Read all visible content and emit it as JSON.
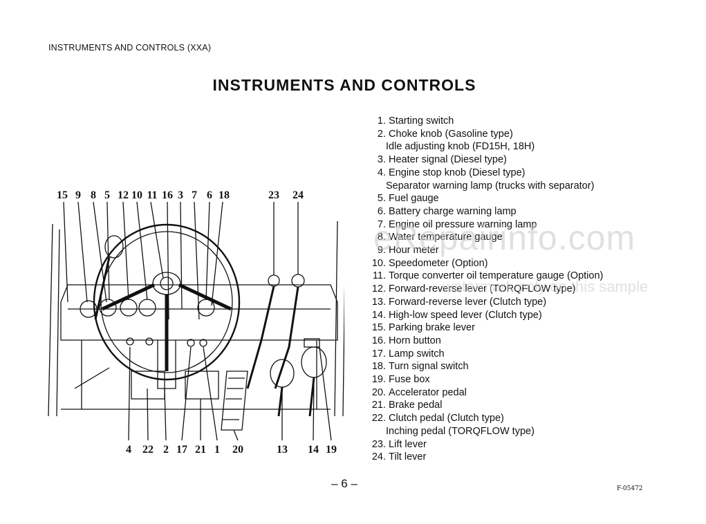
{
  "header": "INSTRUMENTS AND CONTROLS (XXA)",
  "title": "INSTRUMENTS AND CONTROLS",
  "diagram": {
    "top_labels": [
      "15",
      "9",
      "8",
      "5",
      "12",
      "10",
      "11",
      "16",
      "3",
      "7",
      "6",
      "18",
      "23",
      "24"
    ],
    "bottom_labels": [
      "4",
      "22",
      "2",
      "17",
      "21",
      "1",
      "20",
      "13",
      "14",
      "19"
    ]
  },
  "parts": [
    {
      "num": "1.",
      "text": "Starting switch"
    },
    {
      "num": "2.",
      "text": "Choke knob (Gasoline type)",
      "sub": "Idle adjusting knob (FD15H, 18H)"
    },
    {
      "num": "3.",
      "text": "Heater signal (Diesel type)"
    },
    {
      "num": "4.",
      "text": "Engine stop knob (Diesel type)",
      "sub": "Separator warning lamp (trucks with separator)"
    },
    {
      "num": "5.",
      "text": "Fuel gauge"
    },
    {
      "num": "6.",
      "text": "Battery charge warning lamp"
    },
    {
      "num": "7.",
      "text": "Engine oil pressure warning lamp"
    },
    {
      "num": "8.",
      "text": "Water temperature gauge"
    },
    {
      "num": "9.",
      "text": "Hour meter"
    },
    {
      "num": "10.",
      "text": "Speedometer (Option)"
    },
    {
      "num": "11.",
      "text": "Torque converter oil temperature gauge (Option)"
    },
    {
      "num": "12.",
      "text": "Forward-reverse lever (TORQFLOW type)"
    },
    {
      "num": "13.",
      "text": "Forward-reverse lever (Clutch type)"
    },
    {
      "num": "14.",
      "text": "High-low speed lever (Clutch type)"
    },
    {
      "num": "15.",
      "text": "Parking brake lever"
    },
    {
      "num": "16.",
      "text": "Horn button"
    },
    {
      "num": "17.",
      "text": "Lamp switch"
    },
    {
      "num": "18.",
      "text": "Turn signal switch"
    },
    {
      "num": "19.",
      "text": "Fuse box"
    },
    {
      "num": "20.",
      "text": "Accelerator pedal"
    },
    {
      "num": "21.",
      "text": "Brake pedal"
    },
    {
      "num": "22.",
      "text": "Clutch pedal (Clutch type)",
      "sub": "Inching pedal (TORQFLOW type)"
    },
    {
      "num": "23.",
      "text": "Lift lever"
    },
    {
      "num": "24.",
      "text": "Tilt lever"
    }
  ],
  "watermark": "eRepairinfo.com",
  "watermark_sub": "watermark only on this sample",
  "page_number": "– 6 –",
  "figure_code": "F-05472"
}
